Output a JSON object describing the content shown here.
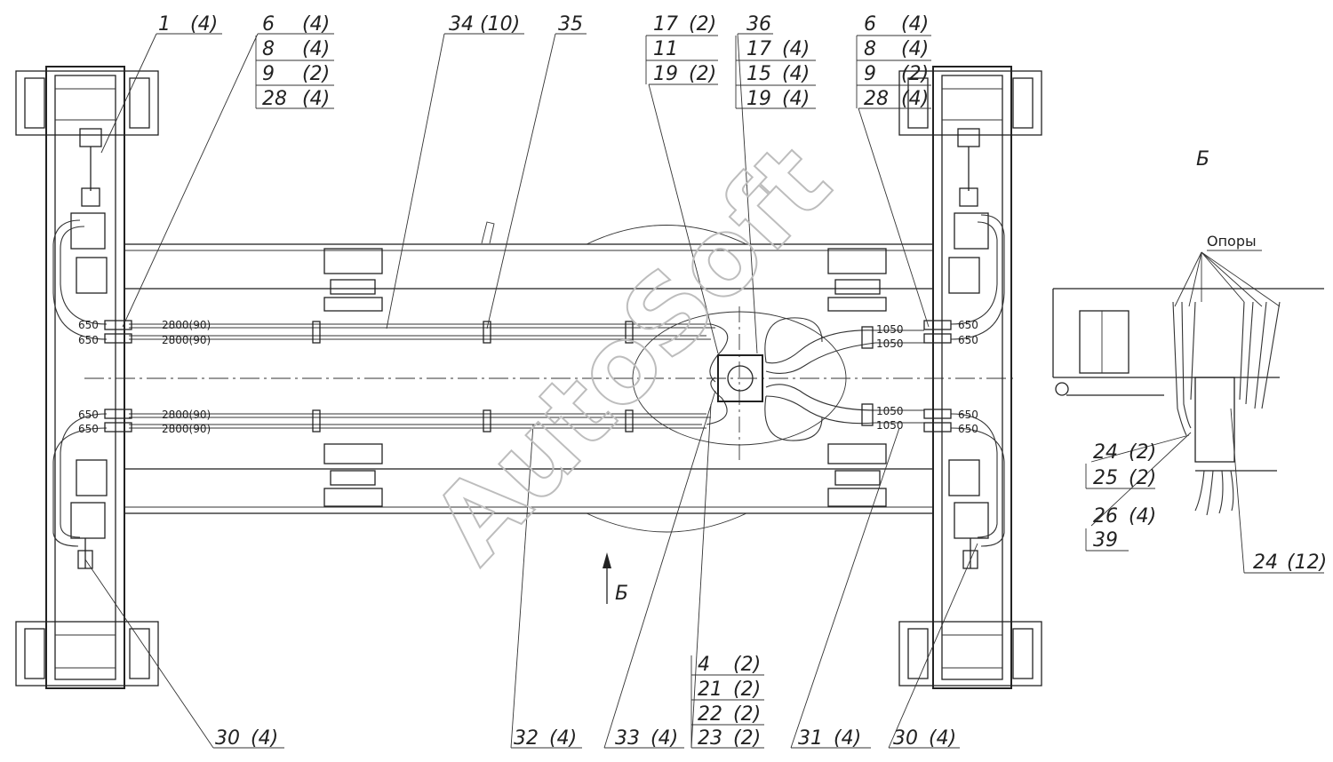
{
  "watermark": "AutoSoft",
  "view_marker": "Б",
  "view_title": "Б",
  "support_label": "Опоры",
  "callouts": {
    "c1": "1",
    "c1q": "(4)",
    "l6": "6",
    "l6q": "(4)",
    "l8": "8",
    "l8q": "(4)",
    "l9": "9",
    "l9q": "(2)",
    "l28": "28",
    "l28q": "(4)",
    "c34": "34",
    "c34q": "(10)",
    "c35": "35",
    "m17": "17",
    "m17q": "(2)",
    "m11": "11",
    "m19": "19",
    "m19q": "(2)",
    "c36": "36",
    "n17": "17",
    "n17q": "(4)",
    "n15": "15",
    "n15q": "(4)",
    "n19": "19",
    "n19q": "(4)",
    "r6": "6",
    "r6q": "(4)",
    "r8": "8",
    "r8q": "(4)",
    "r9": "9",
    "r9q": "(2)",
    "r28": "28",
    "r28q": "(4)",
    "b4": "4",
    "b4q": "(2)",
    "b21": "21",
    "b21q": "(2)",
    "b22": "22",
    "b22q": "(2)",
    "b23": "23",
    "b23q": "(2)",
    "c30a": "30",
    "c30aq": "(4)",
    "c32": "32",
    "c32q": "(4)",
    "c33": "33",
    "c33q": "(4)",
    "c31": "31",
    "c31q": "(4)",
    "c30b": "30",
    "c30bq": "(4)",
    "s24a": "24",
    "s24aq": "(2)",
    "s25": "25",
    "s25q": "(2)",
    "s26": "26",
    "s26q": "(4)",
    "s39": "39",
    "s24b": "24",
    "s24bq": "(12)"
  },
  "dimensions": {
    "d650": "650",
    "d2800": "2800(90)",
    "d1050": "1050"
  }
}
